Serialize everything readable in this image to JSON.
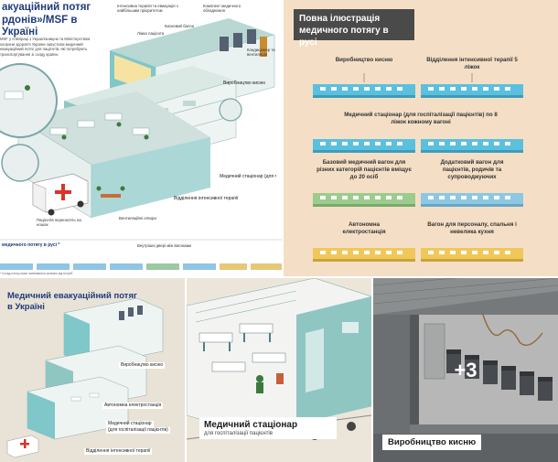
{
  "main": {
    "title_line1": "акуаційний потяг",
    "title_line2": "рдонів»/MSF в Україні",
    "intro": "MSF у співпраці з Укрзалізницею та Міністерством охорони здоров'я України запустили медичний евакуаційний потяг для пацієнтів, які потребують транспортування зі сходу країни.",
    "callouts": [
      "Інтенсивна терапія та евакуація з найбільшим пріоритетом",
      "Комплект медичного обладнання",
      "Кисневий балон",
      "Ліжко пацієнта",
      "Кондиціонер та вентиляція",
      "Виробництво кисню",
      "Медичний стаціонар (для г",
      "Відділення інтенсивної терапії",
      "Вентиляційні отвори",
      "Пацієнтів переносять на ношах",
      "Внутрішні двері між вагонами"
    ],
    "footnote": "медичного потягу в русі *",
    "fine_print": "* Склад потягу може змінюватися залежно від потреб",
    "colors": {
      "car_teal": "#7fc7c9",
      "car_green": "#9cc9a0",
      "car_gold": "#e8c877",
      "car_blue": "#8fc6e6",
      "accent": "#1f3b7a"
    }
  },
  "legend": {
    "title_line1": "Повна ілюстрація",
    "title_line2": "медичного потягу в русі",
    "rows": [
      {
        "left": "Виробництво кисню",
        "right": "Відділення інтенсивної терапії 5 ліжок",
        "left_color": "#5bc0de",
        "right_color": "#5bc0de"
      },
      {
        "center": "Медичний стаціонар (для госпіталізації пацієнтів) по 8 ліжок кожному вагоні",
        "left_color": "#5bc0de",
        "right_color": "#5bc0de"
      },
      {
        "left": "Базовий медичний вагон для різних категорій пацієнтів вміщує до 20 осіб",
        "right": "Додатковий вагон для пацієнтів, родичів та супроводжуючих",
        "left_color": "#9ccb8e",
        "right_color": "#8cc8e4"
      },
      {
        "left": "Автономна електростанція",
        "right": "Вагон для персоналу, спальня і невелика кухня",
        "left_color": "#f0c85a",
        "right_color": "#f0c85a"
      }
    ]
  },
  "overview": {
    "title_line1": "Медичний евакуаційний потяг",
    "title_line2": "в Україні",
    "labels": [
      "Виробництво кисню",
      "Автономна електростанція",
      "Медичний стаціонар",
      "(для госпіталізації пацієнтів)",
      "Відділення інтенсивної терапії"
    ]
  },
  "stationary": {
    "caption_title": "Медичний стаціонар",
    "caption_sub": "для госпіталізації пацієнтів"
  },
  "oxygen": {
    "more_count": "+3",
    "caption": "Виробництво кисню"
  }
}
